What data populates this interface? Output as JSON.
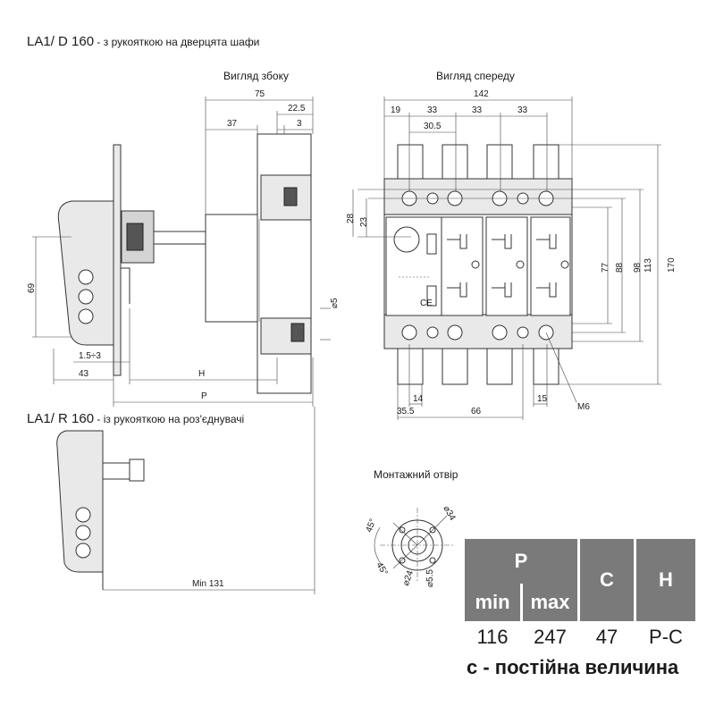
{
  "titles": {
    "d": {
      "code": "LA1/ D 160",
      "desc": " - з рукояткою на дверцята шафи"
    },
    "r": {
      "code": "LA1/ R 160",
      "desc": " - із рукояткою на роз'єднувачі"
    }
  },
  "captions": {
    "side": "Вигляд збоку",
    "front": "Вигляд спереду",
    "mount": "Монтажний отвір"
  },
  "side_dims": {
    "d75": "75",
    "d37": "37",
    "d22_5": "22.5",
    "d3": "3",
    "d69": "69",
    "d1_5_3": "1.5÷3",
    "d43": "43",
    "dH": "H",
    "dP": "P",
    "d5": "⌀5",
    "min131": "Min 131"
  },
  "front_dims": {
    "d142": "142",
    "d19": "19",
    "d33a": "33",
    "d33b": "33",
    "d33c": "33",
    "d30_5": "30.5",
    "d28": "28",
    "d23": "23",
    "d77": "77",
    "d88": "88",
    "d98": "98",
    "d113": "113",
    "d170": "170",
    "d14": "14",
    "d15": "15",
    "d35_5": "35.5",
    "d66": "66",
    "m6": "M6",
    "ce": "CE"
  },
  "mount_dims": {
    "a45a": "45°",
    "a45b": "45°",
    "d34": "⌀34",
    "d24": "⌀24",
    "d5_5": "⌀5.5"
  },
  "table": {
    "headers": {
      "p": "P",
      "c": "C",
      "h": "H",
      "min": "min",
      "max": "max"
    },
    "values": {
      "min": "116",
      "max": "247",
      "c": "47",
      "h": "P-C"
    },
    "note": "с - постійна величина"
  }
}
